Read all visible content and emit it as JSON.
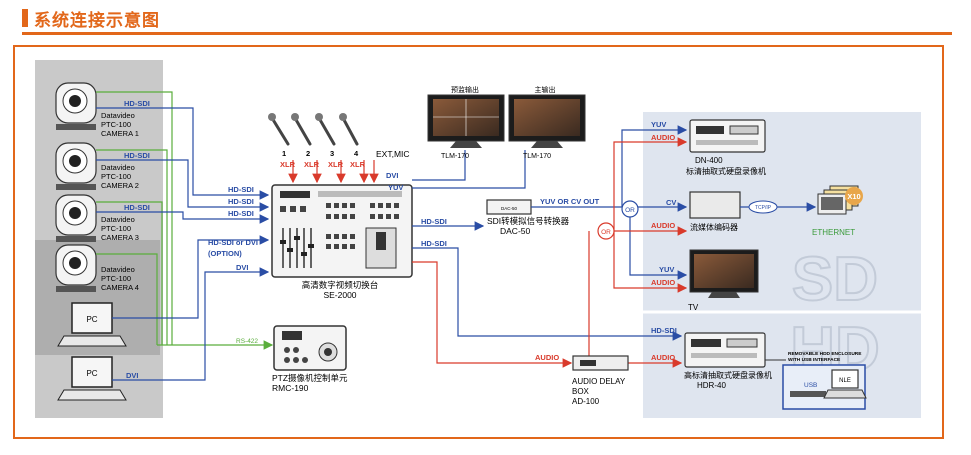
{
  "title": "系统连接示意图",
  "cameras": [
    {
      "model": "Datavideo",
      "name": "PTC-100",
      "id": "CAMERA 1",
      "signal": "HD-SDI"
    },
    {
      "model": "Datavideo",
      "name": "PTC-100",
      "id": "CAMERA 2",
      "signal": "HD-SDI"
    },
    {
      "model": "Datavideo",
      "name": "PTC-100",
      "id": "CAMERA 3",
      "signal": "HD-SDI"
    },
    {
      "model": "Datavideo",
      "name": "PTC-100",
      "id": "CAMERA 4",
      "signal": ""
    }
  ],
  "pc_label": "PC",
  "pc_lower_signal": "DVI",
  "mic_numbers": [
    "1",
    "2",
    "3",
    "4"
  ],
  "mic_xlr": "XLR",
  "ext_mic": "EXT,MIC",
  "switcher": {
    "inputs": [
      "HD-SDI",
      "HD-SDI",
      "HD-SDI",
      "HD-SDI or DVI",
      "(OPTION)",
      "DVI"
    ],
    "outputs": [
      "DVI",
      "YUV",
      "HD-SDI",
      "HD-SDI"
    ],
    "name": "高清数字视频切换台",
    "model": "SE-2000"
  },
  "monitors": [
    {
      "top_label": "预监输出",
      "name": "TLM-170"
    },
    {
      "top_label": "主输出",
      "name": "TLM-170"
    }
  ],
  "dac": {
    "name": "SDI转模拟信号转换器",
    "model": "DAC-50",
    "out": "YUV OR CV OUT",
    "badge": "DAC-50"
  },
  "or_label": "OR",
  "dn400": {
    "model": "DN-400",
    "desc": "标清抽取式硬盘录像机",
    "yuv": "YUV",
    "audio": "AUDIO"
  },
  "streaming": {
    "cv": "CV",
    "audio": "AUDIO",
    "name": "流媒体编码器",
    "tcpip": "TCP/IP",
    "x10": "X10",
    "ethernet": "ETHERNET"
  },
  "tv": {
    "yuv": "YUV",
    "audio": "AUDIO",
    "name": "TV"
  },
  "hdr40": {
    "hdsdi": "HD-SDI",
    "audio": "AUDIO",
    "desc": "高标清抽取式硬盘录像机",
    "model": "HDR-40",
    "enclosure_1": "REMOVABLE HDD ENCLOSURE",
    "enclosure_2": "WITH USB INTERFACE",
    "usb": "USB",
    "nle": "NLE"
  },
  "delay": {
    "audio_in": "AUDIO",
    "line1": "AUDIO DELAY",
    "line2": "BOX",
    "line3": "AD-100"
  },
  "rmc": {
    "rs422": "RS-422",
    "name": "PTZ摄像机控制单元",
    "model": "RMC-190"
  },
  "watermark": [
    "SD",
    "HD"
  ],
  "colors": {
    "accent": "#e2671a",
    "blue": "#2a4da5",
    "red": "#d93a2b",
    "green": "#5aae3c",
    "panel": "#c8c8c8",
    "panel_dark": "#a8a8a8",
    "right_panel": "#dde3ee",
    "ethernet": "#3a9a3a"
  }
}
